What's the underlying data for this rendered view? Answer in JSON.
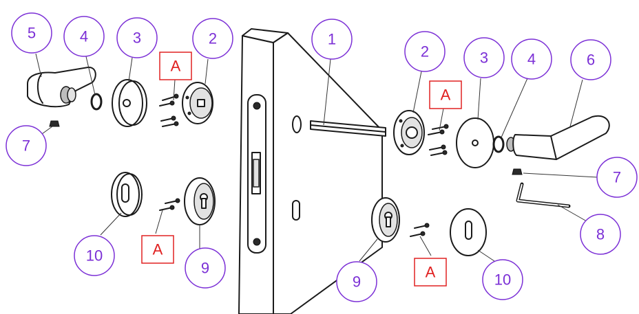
{
  "callouts": {
    "c5": "5",
    "c4_left": "4",
    "c3_left": "3",
    "c2_left": "2",
    "c1": "1",
    "c2_right": "2",
    "c3_right": "3",
    "c4_right": "4",
    "c6": "6",
    "c7_left": "7",
    "c7_right": "7",
    "c8": "8",
    "c10_left": "10",
    "c9_left": "9",
    "c9_right": "9",
    "c10_right": "10"
  },
  "screw_labels": {
    "a_top_left": "A",
    "a_top_right": "A",
    "a_bottom_left": "A",
    "a_bottom_right": "A"
  },
  "colors": {
    "callout": "#7b2fd6",
    "screw_label": "#e02020",
    "line": "#1a1a1a"
  }
}
